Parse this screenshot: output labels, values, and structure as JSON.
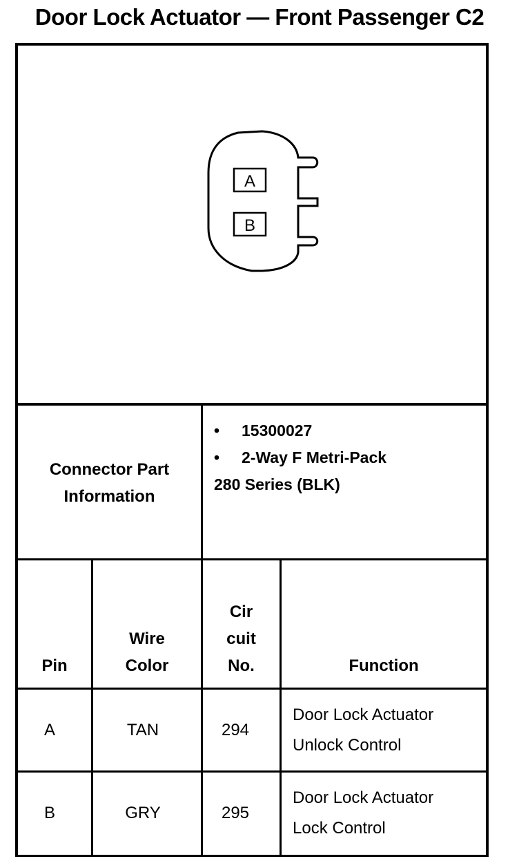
{
  "title": "Door Lock Actuator — Front Passenger C2",
  "connector": {
    "cavities": [
      "A",
      "B"
    ]
  },
  "part_info": {
    "label_line1": "Connector Part",
    "label_line2": "Information",
    "bullets": [
      "15300027",
      "2-Way F Metri-Pack"
    ],
    "continuation": "280 Series (BLK)"
  },
  "table": {
    "headers": {
      "pin": "Pin",
      "wire_color_1": "Wire",
      "wire_color_2": "Color",
      "circuit_1": "Cir",
      "circuit_2": "cuit",
      "circuit_3": "No.",
      "function": "Function"
    },
    "rows": [
      {
        "pin": "A",
        "wire_color": "TAN",
        "circuit": "294",
        "function_1": "Door Lock Actuator",
        "function_2": "Unlock Control"
      },
      {
        "pin": "B",
        "wire_color": "GRY",
        "circuit": "295",
        "function_1": "Door Lock Actuator",
        "function_2": "Lock Control"
      }
    ]
  }
}
